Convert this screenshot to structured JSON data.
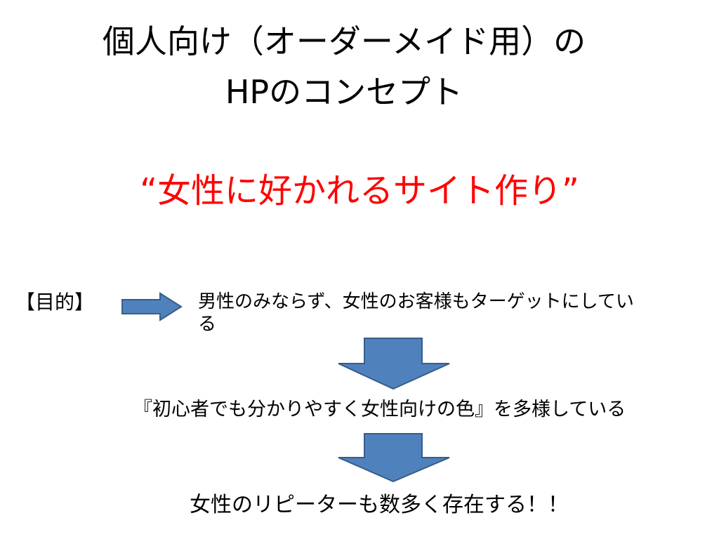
{
  "title": {
    "line1": "個人向け（オーダーメイド用）の",
    "line2": "HPのコンセプト"
  },
  "tagline": "“女性に好かれるサイト作り”",
  "purpose": {
    "label": "【目的】",
    "text": "男性のみならず、女性のお客様もターゲットにしている"
  },
  "step2": "『初心者でも分かりやすく女性向けの色』を多様している",
  "step3": "女性のリピーターも数多く存在する！！",
  "colors": {
    "arrow_fill": "#4f81bd",
    "arrow_stroke": "#385d8a",
    "tagline": "#ff0000"
  }
}
